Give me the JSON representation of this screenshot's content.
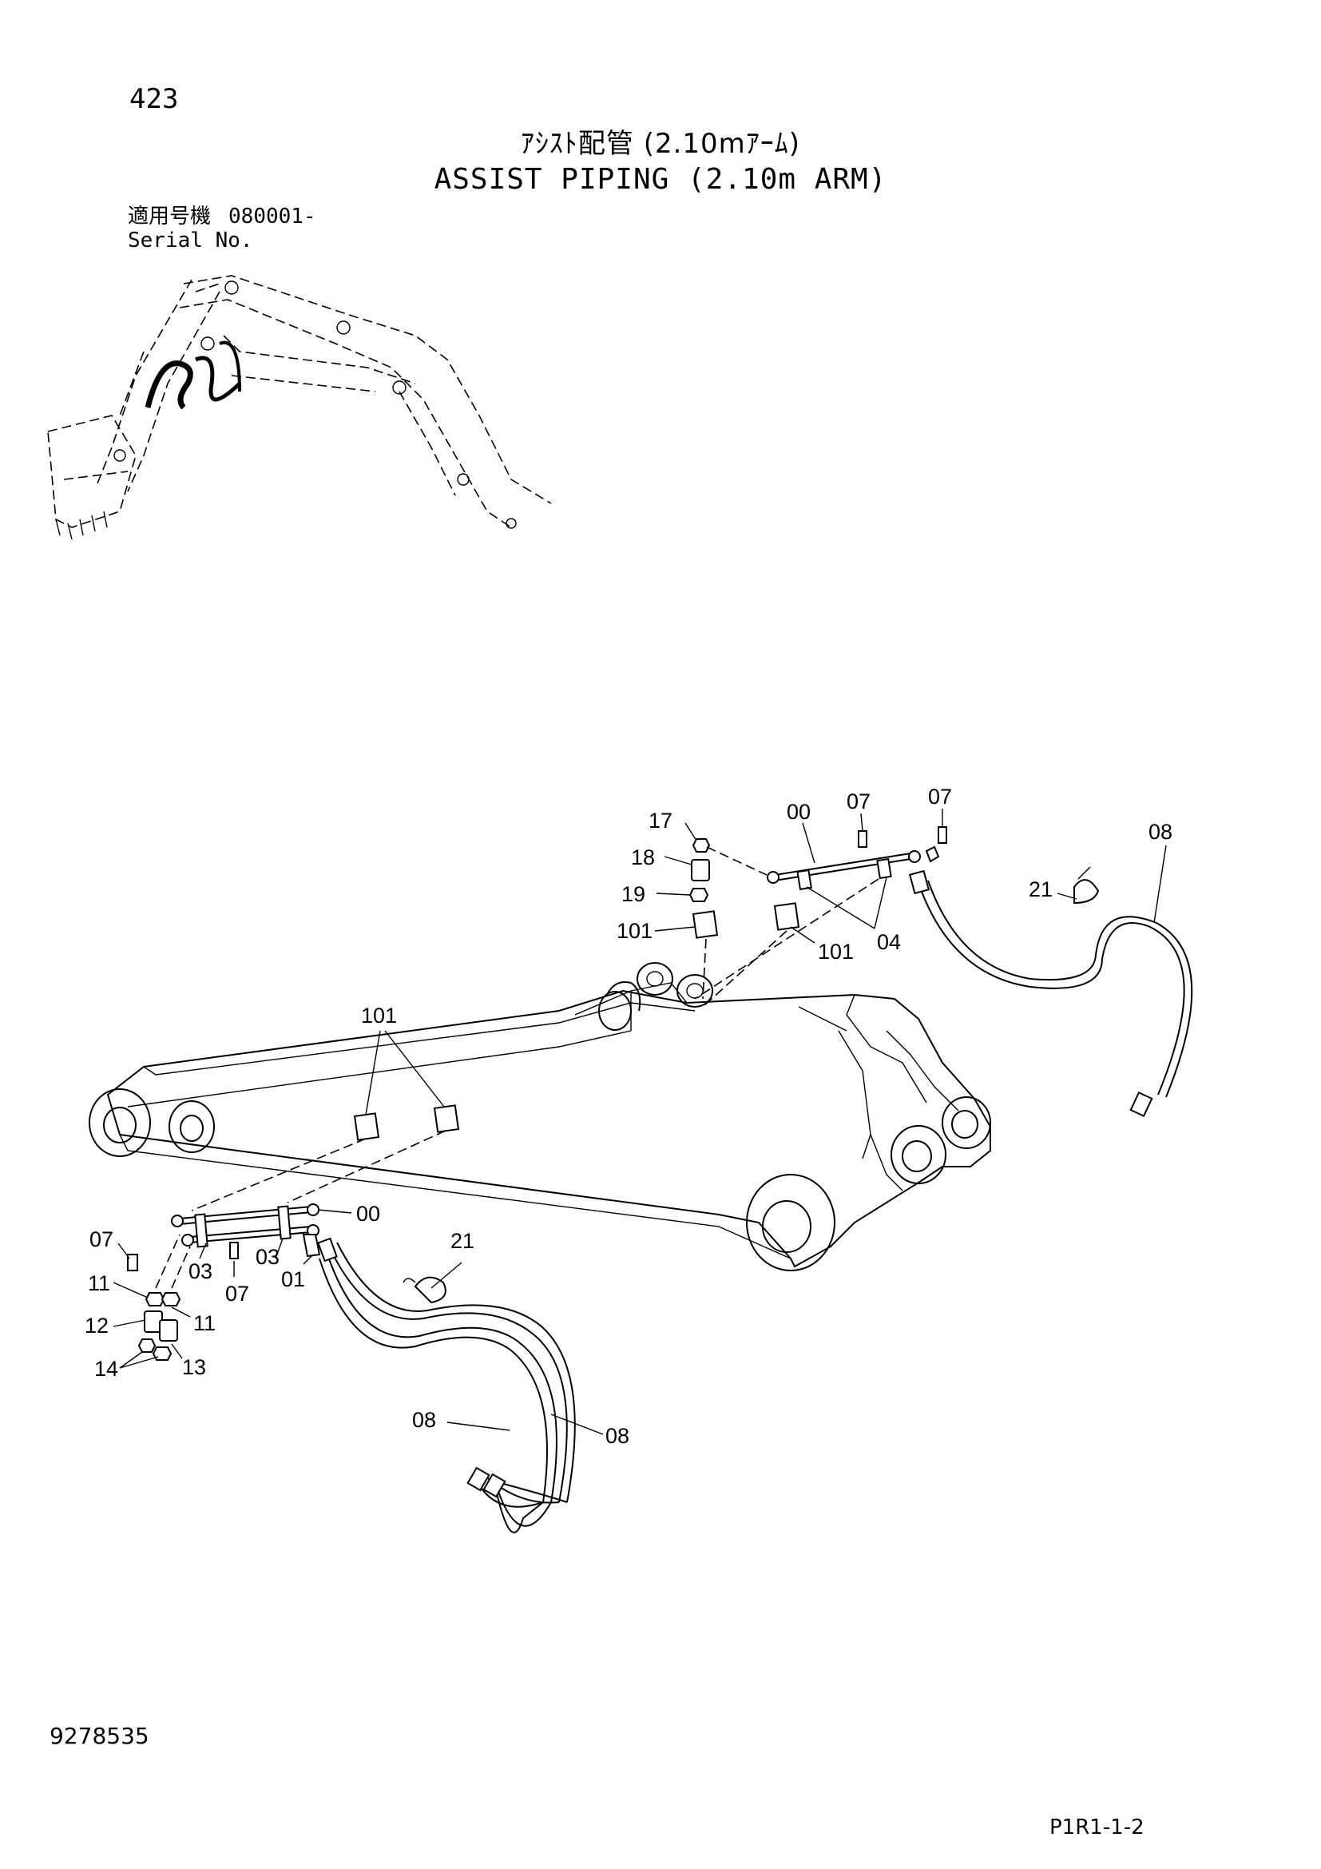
{
  "header": {
    "page_number": "423",
    "title_ja": "ｱｼｽﾄ配管 (2.10mｱｰﾑ)",
    "title_en": "ASSIST PIPING (2.10m ARM)",
    "serial_label_ja": "適用号機",
    "serial_value": "080001-",
    "serial_label_en": "Serial No."
  },
  "callouts": {
    "c17": "17",
    "c18": "18",
    "c19": "19",
    "c00_top": "00",
    "c07_top_a": "07",
    "c07_top_b": "07",
    "c08_top": "08",
    "c21_top": "21",
    "c101_top_left": "101",
    "c101_top_right": "101",
    "c04": "04",
    "c101_mid": "101",
    "c00_bottom": "00",
    "c07_left": "07",
    "c03_a": "03",
    "c03_b": "03",
    "c07_bottom": "07",
    "c01": "01",
    "c11_a": "11",
    "c11_b": "11",
    "c12": "12",
    "c13": "13",
    "c14": "14",
    "c21_bottom": "21",
    "c08_bottom_left": "08",
    "c08_bottom_right": "08"
  },
  "footer": {
    "doc_number": "9278535",
    "page_code": "P1R1-1-2"
  }
}
